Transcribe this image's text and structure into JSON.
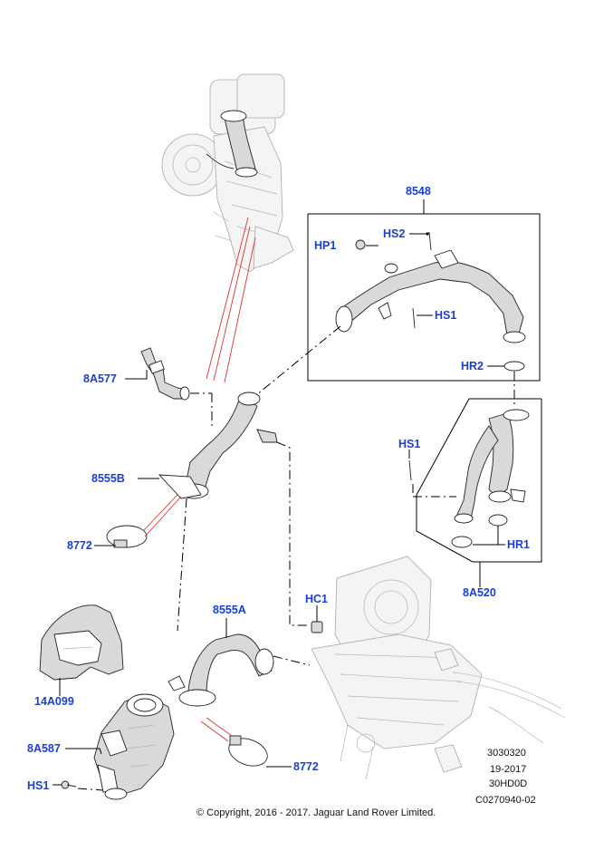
{
  "labels": {
    "p8548": "8548",
    "hs2": "HS2",
    "hp1": "HP1",
    "hs1_top": "HS1",
    "hr2": "HR2",
    "p8a577": "8A577",
    "p8555b": "8555B",
    "hs1_mid": "HS1",
    "p8772_top": "8772",
    "hr1": "HR1",
    "p8a520": "8A520",
    "hc1": "HC1",
    "p8555a": "8555A",
    "p14a099": "14A099",
    "p8a587": "8A587",
    "p8772_bottom": "8772",
    "hs1_bottom": "HS1"
  },
  "meta": {
    "line1": "3030320",
    "line2": "19-2017",
    "line3": "30HD0D",
    "line4": "C0270940-02"
  },
  "copyright": "© Copyright, 2016 - 2017. Jaguar Land Rover Limited.",
  "colors": {
    "label": "#1a3fd6",
    "leader": "#000000",
    "red_line": "#e03030",
    "ghost": "#a8a8a8"
  }
}
